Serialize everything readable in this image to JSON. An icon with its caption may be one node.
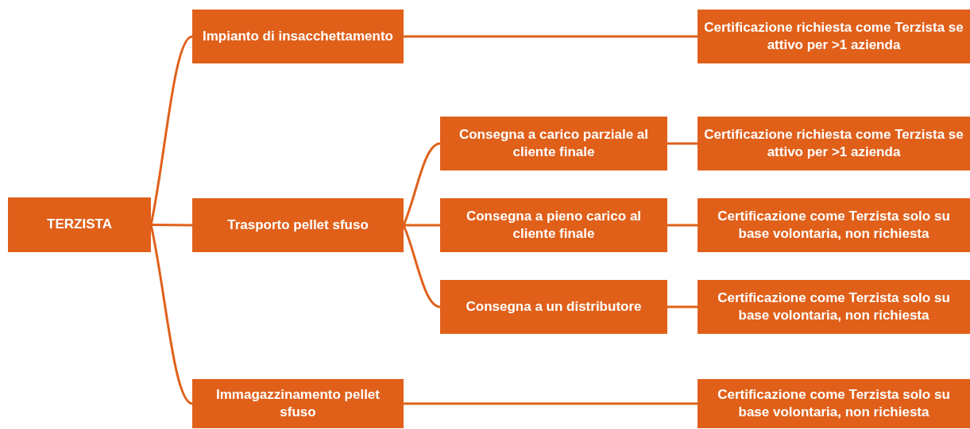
{
  "diagram": {
    "nodes": [
      {
        "text": [
          "TERZISTA"
        ]
      },
      {
        "text": [
          "Impianto di insacchettamento"
        ]
      },
      {
        "text": [
          "Trasporto pellet sfuso"
        ]
      },
      {
        "text": [
          "Immagazzinamento pellet sfuso"
        ]
      },
      {
        "text": [
          "Consegna a carico parziale al cliente finale"
        ]
      },
      {
        "text": [
          "Consegna a pieno carico al cliente finale"
        ]
      },
      {
        "text": [
          "Consegna a un distributore"
        ]
      },
      {
        "text": [
          "Certificazione richiesta come Terzista se attivo per >1 azienda"
        ]
      },
      {
        "text": [
          "Certificazione richiesta come Terzista se attivo per >1 azienda"
        ]
      },
      {
        "text": [
          "Certificazione come Terzista solo su base volontaria, non richiesta"
        ]
      },
      {
        "text": [
          "Certificazione come Terzista solo su base volontaria, non richiesta"
        ]
      },
      {
        "text": [
          "Certificazione come Terzista solo su base volontaria, non richiesta"
        ]
      }
    ],
    "edges": [
      {
        "from": 0,
        "to": 1,
        "arrow": "none"
      },
      {
        "from": 0,
        "to": 2,
        "arrow": "none"
      },
      {
        "from": 0,
        "to": 3,
        "arrow": "none"
      },
      {
        "from": 1,
        "to": 7,
        "arrow": "none"
      },
      {
        "from": 2,
        "to": 4,
        "arrow": "none"
      },
      {
        "from": 2,
        "to": 5,
        "arrow": "none"
      },
      {
        "from": 2,
        "to": 6,
        "arrow": "none"
      },
      {
        "from": 4,
        "to": 8,
        "arrow": "none"
      },
      {
        "from": 5,
        "to": 9,
        "arrow": "none"
      },
      {
        "from": 6,
        "to": 10,
        "arrow": "none"
      },
      {
        "from": 3,
        "to": 11,
        "arrow": "none"
      }
    ]
  }
}
